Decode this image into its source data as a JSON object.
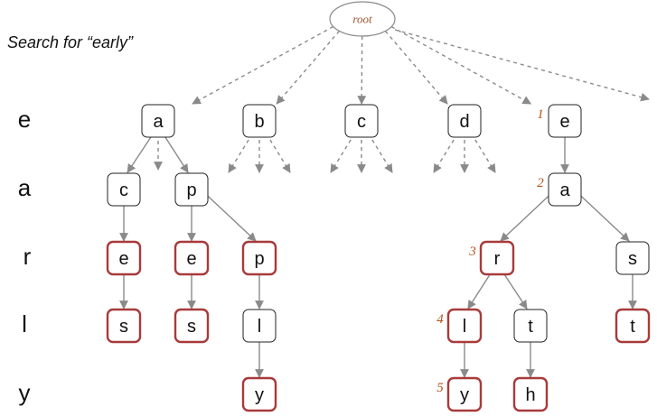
{
  "title": "Search for “early”",
  "root_label": "root",
  "row_letters": [
    "e",
    "a",
    "r",
    "l",
    "y"
  ],
  "colors": {
    "terminal_border": "#a83a3a",
    "node_border": "#222222",
    "edge": "#8a8a8a",
    "step_number": "#b5531a",
    "root_label": "#a0522d"
  },
  "nodes": [
    {
      "id": "a1",
      "letter": "a",
      "terminal": false
    },
    {
      "id": "b1",
      "letter": "b",
      "terminal": false
    },
    {
      "id": "c1",
      "letter": "c",
      "terminal": false
    },
    {
      "id": "d1",
      "letter": "d",
      "terminal": false
    },
    {
      "id": "e1",
      "letter": "e",
      "terminal": false,
      "step": "1"
    },
    {
      "id": "ac",
      "letter": "c",
      "terminal": false
    },
    {
      "id": "ap",
      "letter": "p",
      "terminal": false
    },
    {
      "id": "ea",
      "letter": "a",
      "terminal": false,
      "step": "2"
    },
    {
      "id": "ace",
      "letter": "e",
      "terminal": true
    },
    {
      "id": "ape",
      "letter": "e",
      "terminal": true
    },
    {
      "id": "app",
      "letter": "p",
      "terminal": true
    },
    {
      "id": "ear",
      "letter": "r",
      "terminal": true,
      "step": "3"
    },
    {
      "id": "eas",
      "letter": "s",
      "terminal": false
    },
    {
      "id": "aces",
      "letter": "s",
      "terminal": true
    },
    {
      "id": "apes",
      "letter": "s",
      "terminal": true
    },
    {
      "id": "appl",
      "letter": "l",
      "terminal": false
    },
    {
      "id": "earl",
      "letter": "l",
      "terminal": true,
      "step": "4"
    },
    {
      "id": "eart",
      "letter": "t",
      "terminal": false
    },
    {
      "id": "east",
      "letter": "t",
      "terminal": true
    },
    {
      "id": "apply",
      "letter": "y",
      "terminal": true
    },
    {
      "id": "early",
      "letter": "y",
      "terminal": true,
      "step": "5"
    },
    {
      "id": "earth",
      "letter": "h",
      "terminal": true
    }
  ],
  "edges": [
    [
      "root",
      "a1",
      "dashed"
    ],
    [
      "root",
      "b1",
      "dashed"
    ],
    [
      "root",
      "c1",
      "dashed"
    ],
    [
      "root",
      "d1",
      "dashed"
    ],
    [
      "root",
      "e1",
      "dashed"
    ],
    [
      "a1",
      "ac",
      "solid"
    ],
    [
      "a1",
      "ap",
      "solid"
    ],
    [
      "ac",
      "ace",
      "solid"
    ],
    [
      "ace",
      "aces",
      "solid"
    ],
    [
      "ap",
      "ape",
      "solid"
    ],
    [
      "ap",
      "app",
      "solid"
    ],
    [
      "ape",
      "apes",
      "solid"
    ],
    [
      "app",
      "appl",
      "solid"
    ],
    [
      "appl",
      "apply",
      "solid"
    ],
    [
      "e1",
      "ea",
      "solid"
    ],
    [
      "ea",
      "ear",
      "solid"
    ],
    [
      "ea",
      "eas",
      "solid"
    ],
    [
      "ear",
      "earl",
      "solid"
    ],
    [
      "ear",
      "eart",
      "solid"
    ],
    [
      "earl",
      "early",
      "solid"
    ],
    [
      "eart",
      "earth",
      "solid"
    ],
    [
      "eas",
      "east",
      "solid"
    ]
  ]
}
